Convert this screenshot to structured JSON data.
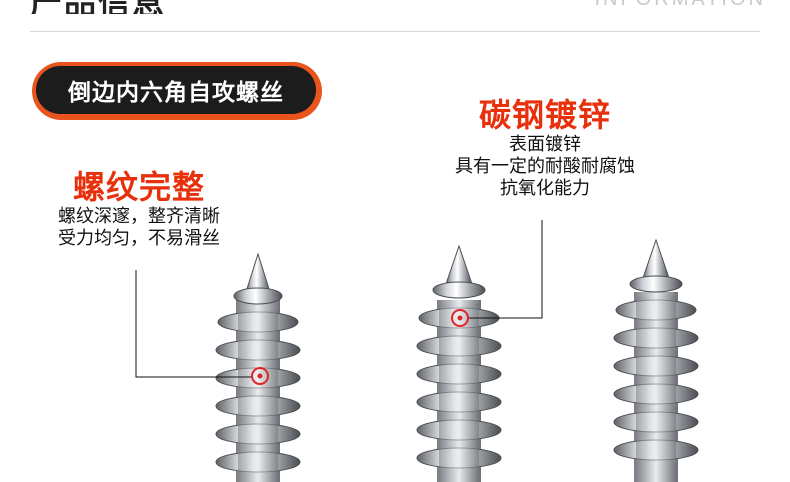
{
  "header": {
    "title": "产品信息",
    "subtitle": "INFORMATION"
  },
  "badge": {
    "label": "倒边内六角自攻螺丝"
  },
  "callouts": [
    {
      "title": "螺纹完整",
      "lines": [
        "螺纹深邃，整齐清晰",
        "受力均匀，不易滑丝"
      ]
    },
    {
      "title": "碳钢镀锌",
      "lines": [
        "表面镀锌",
        "具有一定的耐酸耐腐蚀",
        "抗氧化能力"
      ]
    }
  ],
  "colors": {
    "accent": "#e8300c",
    "badge_bg": "#1c1c1c",
    "badge_ring": "#e8541c",
    "marker": "#e0242a"
  },
  "screws": [
    {
      "name": "self-tapping-screw-left"
    },
    {
      "name": "self-tapping-screw-middle"
    },
    {
      "name": "self-tapping-screw-right"
    }
  ]
}
